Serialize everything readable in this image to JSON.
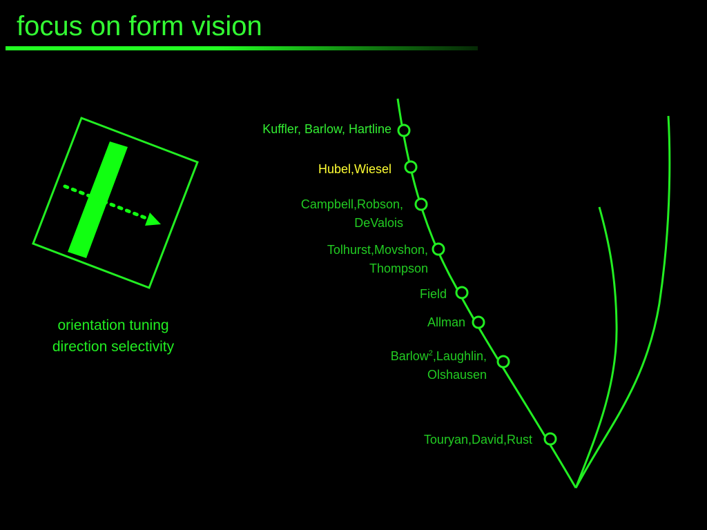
{
  "title": "focus on form vision",
  "colors": {
    "background": "#000000",
    "accent": "#22ee22",
    "highlight": "#ffff33"
  },
  "figure": {
    "caption": [
      "orientation tuning",
      "direction selectivity"
    ],
    "icons": [
      "oriented-bar-icon",
      "direction-arrow-icon"
    ]
  },
  "timeline": {
    "references": [
      {
        "lines": [
          "Kuffler, Barlow, Hartline"
        ],
        "highlighted": false
      },
      {
        "lines": [
          "Hubel,Wiesel"
        ],
        "highlighted": true
      },
      {
        "lines": [
          "Campbell,Robson,",
          "DeValois"
        ],
        "highlighted": false
      },
      {
        "lines": [
          "Tolhurst,Movshon,",
          "Thompson"
        ],
        "highlighted": false
      },
      {
        "lines": [
          "Field"
        ],
        "highlighted": false
      },
      {
        "lines": [
          "Allman"
        ],
        "highlighted": false
      },
      {
        "lines": [
          {
            "text": "Barlow",
            "sup": "2",
            "after": ",Laughlin,"
          },
          "Olshausen"
        ],
        "highlighted": false
      },
      {
        "lines": [
          "Touryan,David,Rust"
        ],
        "highlighted": false
      }
    ]
  }
}
